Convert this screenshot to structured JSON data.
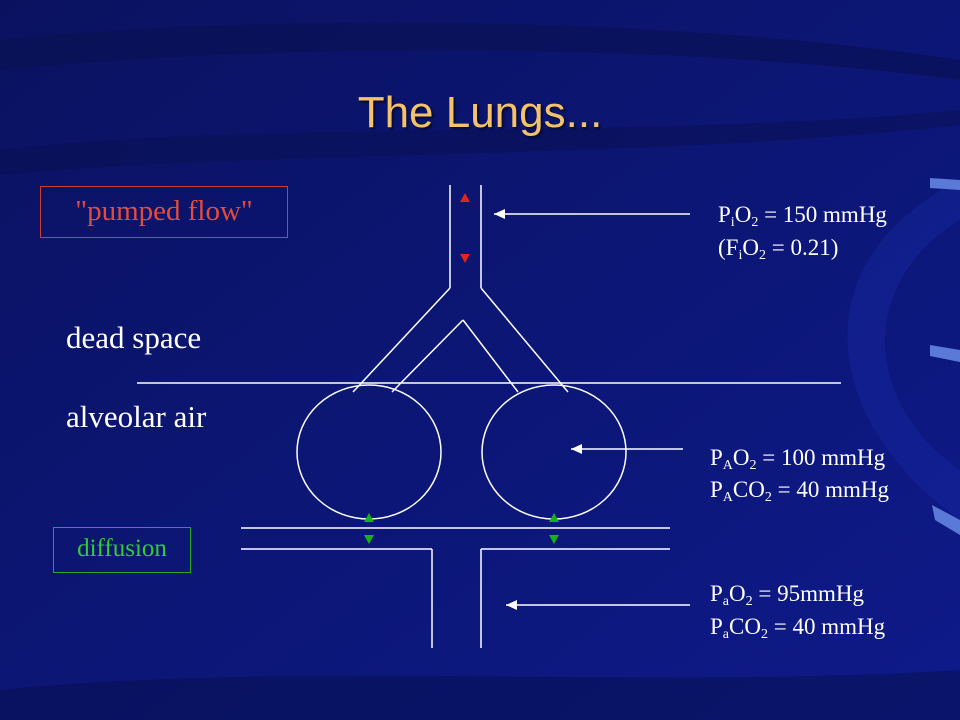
{
  "slide": {
    "title": "The Lungs...",
    "labels": {
      "pumped_flow": "\"pumped flow\"",
      "dead_space": "dead space",
      "alveolar_air": "alveolar air",
      "diffusion": "diffusion"
    },
    "equations": {
      "inspired": [
        {
          "p": "P",
          "s": "i",
          "m": "O",
          "s2": "2",
          "rest": " = 150 mmHg"
        },
        {
          "p": "(F",
          "s": "i",
          "m": "O",
          "s2": "2",
          "rest": " = 0.21)"
        }
      ],
      "alveolar": [
        {
          "p": "P",
          "s": "A",
          "m": "O",
          "s2": "2",
          "rest": " = 100 mmHg"
        },
        {
          "p": "P",
          "s": "A",
          "m": "CO",
          "s2": "2",
          "rest": " = 40 mmHg"
        }
      ],
      "arterial": [
        {
          "p": "P",
          "s": "a",
          "m": "O",
          "s2": "2",
          "rest": " = 95mmHg"
        },
        {
          "p": "P",
          "s": "a",
          "m": "CO",
          "s2": "2",
          "rest": " = 40 mmHg"
        }
      ]
    },
    "colors": {
      "background": "#0b1470",
      "title": "#f3c26b",
      "lines": "#ffffff",
      "pumped_flow_box": "#d23a2a",
      "diffusion_box": "#22aa22",
      "flow_arrow": "#e0241c",
      "diffusion_arrow": "#18b218"
    }
  }
}
